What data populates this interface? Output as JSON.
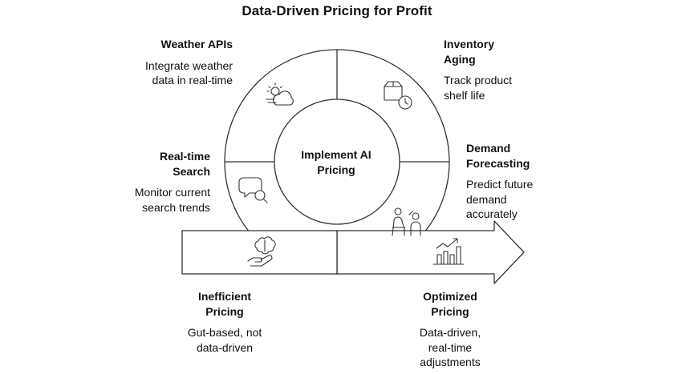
{
  "title": "Data-Driven Pricing for Profit",
  "center": {
    "label": "Implement AI Pricing"
  },
  "segments": {
    "weather": {
      "heading": "Weather APIs",
      "text": "Integrate weather data in real-time",
      "icon": "weather-cloud-sun-icon"
    },
    "inventory": {
      "heading": "Inventory Aging",
      "text": "Track product shelf life",
      "icon": "box-clock-icon"
    },
    "search": {
      "heading": "Real-time Search",
      "text": "Monitor current search trends",
      "icon": "search-chat-icon"
    },
    "demand": {
      "heading": "Demand Forecasting",
      "text": "Predict future demand accurately",
      "icon": "people-meeting-icon"
    }
  },
  "start": {
    "heading": "Inefficient Pricing",
    "text": "Gut-based, not data-driven",
    "icon": "brain-hand-icon"
  },
  "end": {
    "heading": "Optimized Pricing",
    "text": "Data-driven, real-time adjustments",
    "icon": "growth-chart-icon"
  },
  "colors": {
    "stroke": "#333333",
    "fill": "#ffffff",
    "text": "#111111"
  }
}
